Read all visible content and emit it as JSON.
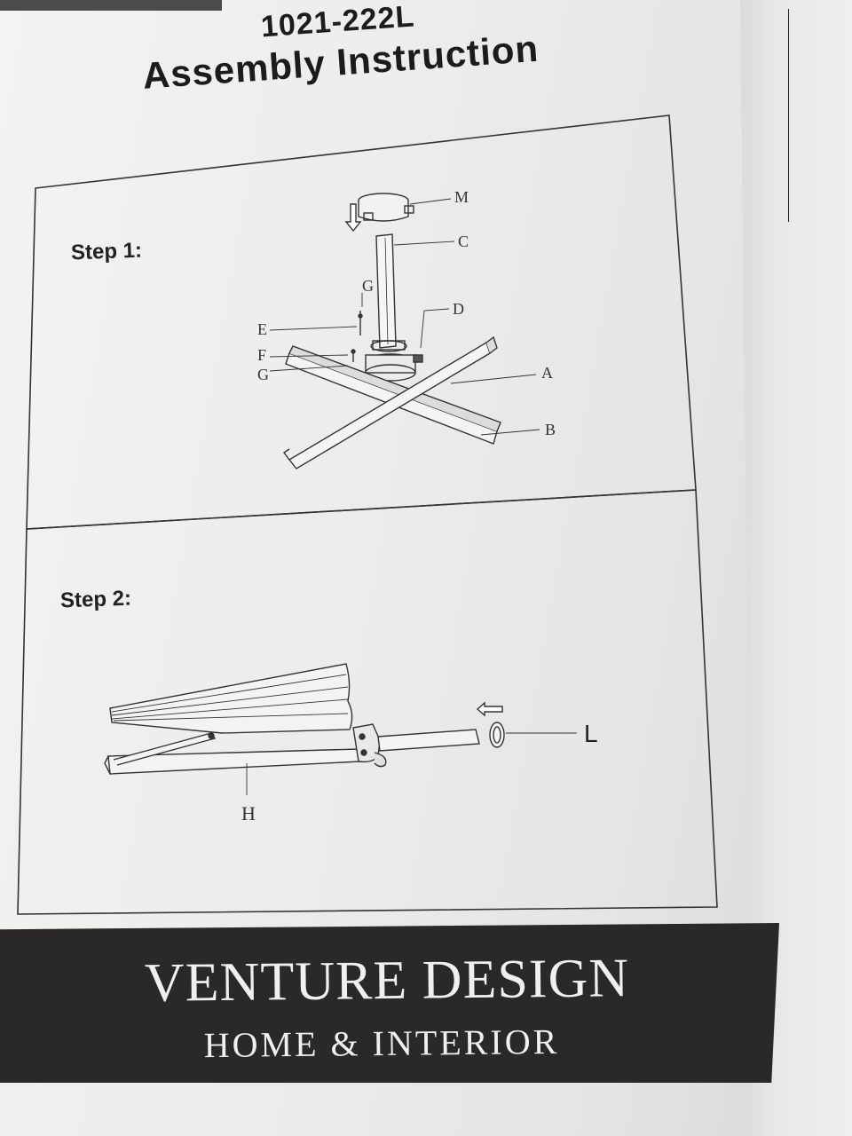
{
  "header": {
    "model_number": "1021-222L",
    "title": "Assembly Instruction"
  },
  "steps": [
    {
      "label": "Step 1:",
      "parts": [
        "M",
        "C",
        "G",
        "D",
        "E",
        "F",
        "G",
        "A",
        "B"
      ]
    },
    {
      "label": "Step 2:",
      "parts": [
        "L",
        "H"
      ]
    }
  ],
  "brand": {
    "name": "VENTURE DESIGN",
    "tagline": "HOME & INTERIOR"
  }
}
